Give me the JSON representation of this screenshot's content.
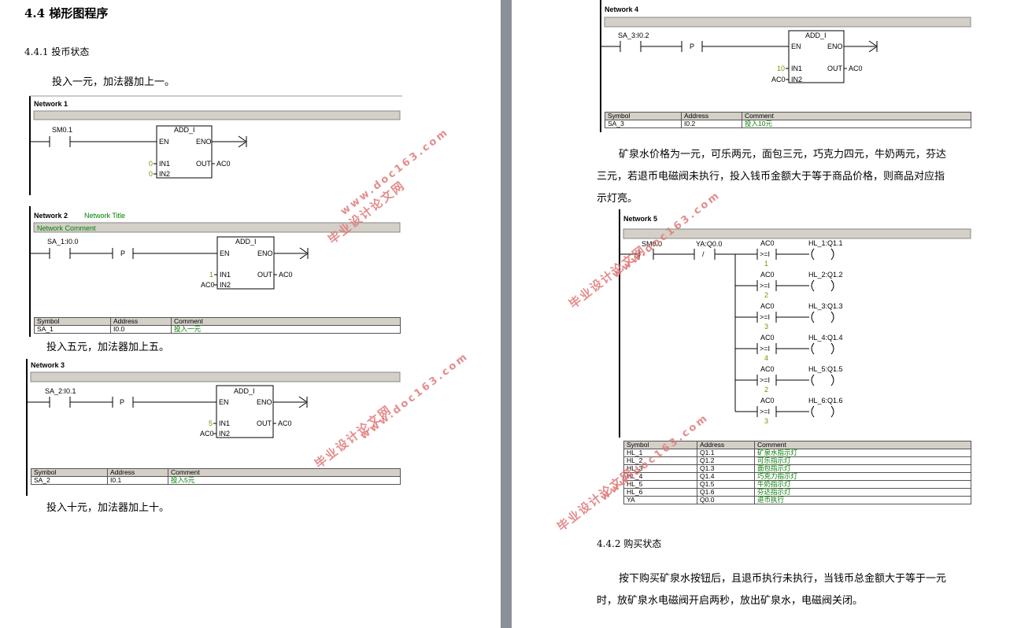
{
  "left": {
    "heading": "4.4 梯形图程序",
    "subheading": "4.4.1 投币状态",
    "para1": "投入一元，加法器加上一。",
    "para2": "投入五元，加法器加上五。",
    "para3": "投入十元，加法器加上十。",
    "network1": {
      "label": "Network 1",
      "contact": "SM0.1",
      "box": "ADD_I",
      "en": "EN",
      "eno": "ENO",
      "in1": "IN1",
      "in2": "IN2",
      "out": "OUT",
      "in1_val": "0",
      "in2_val": "0",
      "out_val": "AC0"
    },
    "network2": {
      "label": "Network 2",
      "title": "Network Title",
      "comment": "Network Comment",
      "contact": "SA_1:I0.0",
      "p": "P",
      "box": "ADD_I",
      "en": "EN",
      "eno": "ENO",
      "in1": "IN1",
      "in2": "IN2",
      "out": "OUT",
      "in1_val": "1",
      "in2_val": "AC0",
      "out_val": "AC0"
    },
    "table2": {
      "headers": [
        "Symbol",
        "Address",
        "Comment"
      ],
      "rows": [
        [
          "SA_1",
          "I0.0",
          "投入一元"
        ]
      ]
    },
    "network3": {
      "label": "Network 3",
      "contact": "SA_2:I0.1",
      "p": "P",
      "box": "ADD_I",
      "en": "EN",
      "eno": "ENO",
      "in1": "IN1",
      "in2": "IN2",
      "out": "OUT",
      "in1_val": "5",
      "in2_val": "AC0",
      "out_val": "AC0"
    },
    "table3": {
      "headers": [
        "Symbol",
        "Address",
        "Comment"
      ],
      "rows": [
        [
          "SA_2",
          "I0.1",
          "投入5元"
        ]
      ]
    }
  },
  "right": {
    "network4": {
      "label": "Network 4",
      "contact": "SA_3:I0.2",
      "p": "P",
      "box": "ADD_I",
      "en": "EN",
      "eno": "ENO",
      "in1": "IN1",
      "in2": "IN2",
      "out": "OUT",
      "in1_val": "10",
      "in2_val": "AC0",
      "out_val": "AC0"
    },
    "table4": {
      "headers": [
        "Symbol",
        "Address",
        "Comment"
      ],
      "rows": [
        [
          "SA_3",
          "I0.2",
          "投入10元"
        ]
      ]
    },
    "para1_l1": "矿泉水价格为一元，可乐两元，面包三元，巧克力四元，牛奶两元，芬达",
    "para1_l2": "三元，若退币电磁阀未执行，投入钱币金额大于等于商品价格，则商品对应指",
    "para1_l3": "示灯亮。",
    "network5": {
      "label": "Network 5",
      "contact1": "SM0.0",
      "contact2": "YA:Q0.0",
      "slash": "/",
      "cmp_op": ">=I",
      "rungs": [
        {
          "ac": "AC0",
          "val": "1",
          "coil": "HL_1:Q1.1"
        },
        {
          "ac": "AC0",
          "val": "2",
          "coil": "HL_2:Q1.2"
        },
        {
          "ac": "AC0",
          "val": "3",
          "coil": "HL_3:Q1.3"
        },
        {
          "ac": "AC0",
          "val": "4",
          "coil": "HL_4:Q1.4"
        },
        {
          "ac": "AC0",
          "val": "2",
          "coil": "HL_5:Q1.5"
        },
        {
          "ac": "AC0",
          "val": "3",
          "coil": "HL_6:Q1.6"
        }
      ]
    },
    "table5": {
      "headers": [
        "Symbol",
        "Address",
        "Comment"
      ],
      "rows": [
        [
          "HL_1",
          "Q1.1",
          "矿泉水指示灯"
        ],
        [
          "HL_2",
          "Q1.2",
          "可乐指示灯"
        ],
        [
          "HL_3",
          "Q1.3",
          "面包指示灯"
        ],
        [
          "HL_4",
          "Q1.4",
          "巧克力指示灯"
        ],
        [
          "HL_5",
          "Q1.5",
          "牛奶指示灯"
        ],
        [
          "HL_6",
          "Q1.6",
          "芬达指示灯"
        ],
        [
          "YA",
          "Q0.0",
          "退币执行"
        ]
      ]
    },
    "subheading": "4.4.2 购买状态",
    "para2_l1": "按下购买矿泉水按钮后，且退币执行未执行，当钱币总金额大于等于一元",
    "para2_l2": "时，放矿泉水电磁阀开启两秒，放出矿泉水，电磁阀关闭。"
  },
  "watermark": {
    "line1": "毕业设计论文网",
    "line2": "www.doc163.com"
  },
  "colors": {
    "comment_green": "#008000",
    "watermark": "#e07878",
    "header_gray": "#d4d0c8",
    "divider": "#8a8f98"
  }
}
